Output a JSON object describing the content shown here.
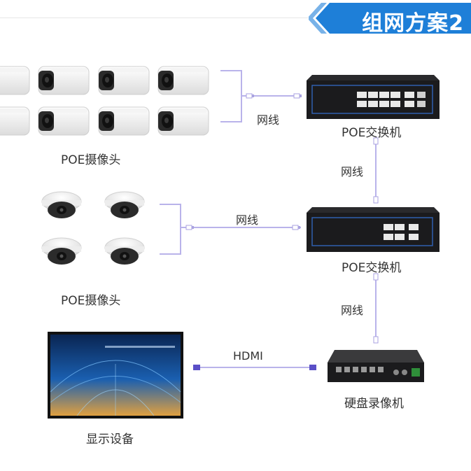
{
  "banner": {
    "title": "组网方案2",
    "color": "#1e7fd8"
  },
  "colors": {
    "link_line": "#b9b3ea",
    "device_dark": "#1b1b1d",
    "port_light": "#e9e9e9",
    "screen_blue": "#1a5fb0"
  },
  "groups": {
    "bullet_cameras": {
      "label": "POE摄像头",
      "count": 8
    },
    "dome_cameras": {
      "label": "POE摄像头",
      "count": 4
    },
    "switch_top": {
      "label": "POE交换机"
    },
    "switch_mid": {
      "label": "POE交换机"
    },
    "nvr": {
      "label": "硬盘录像机"
    },
    "display": {
      "label": "显示设备"
    }
  },
  "links": {
    "bullet_to_switch": "网线",
    "switch_to_switch": "网线",
    "dome_to_switch": "网线",
    "switch_to_nvr": "网线",
    "nvr_to_display": "HDMI"
  }
}
